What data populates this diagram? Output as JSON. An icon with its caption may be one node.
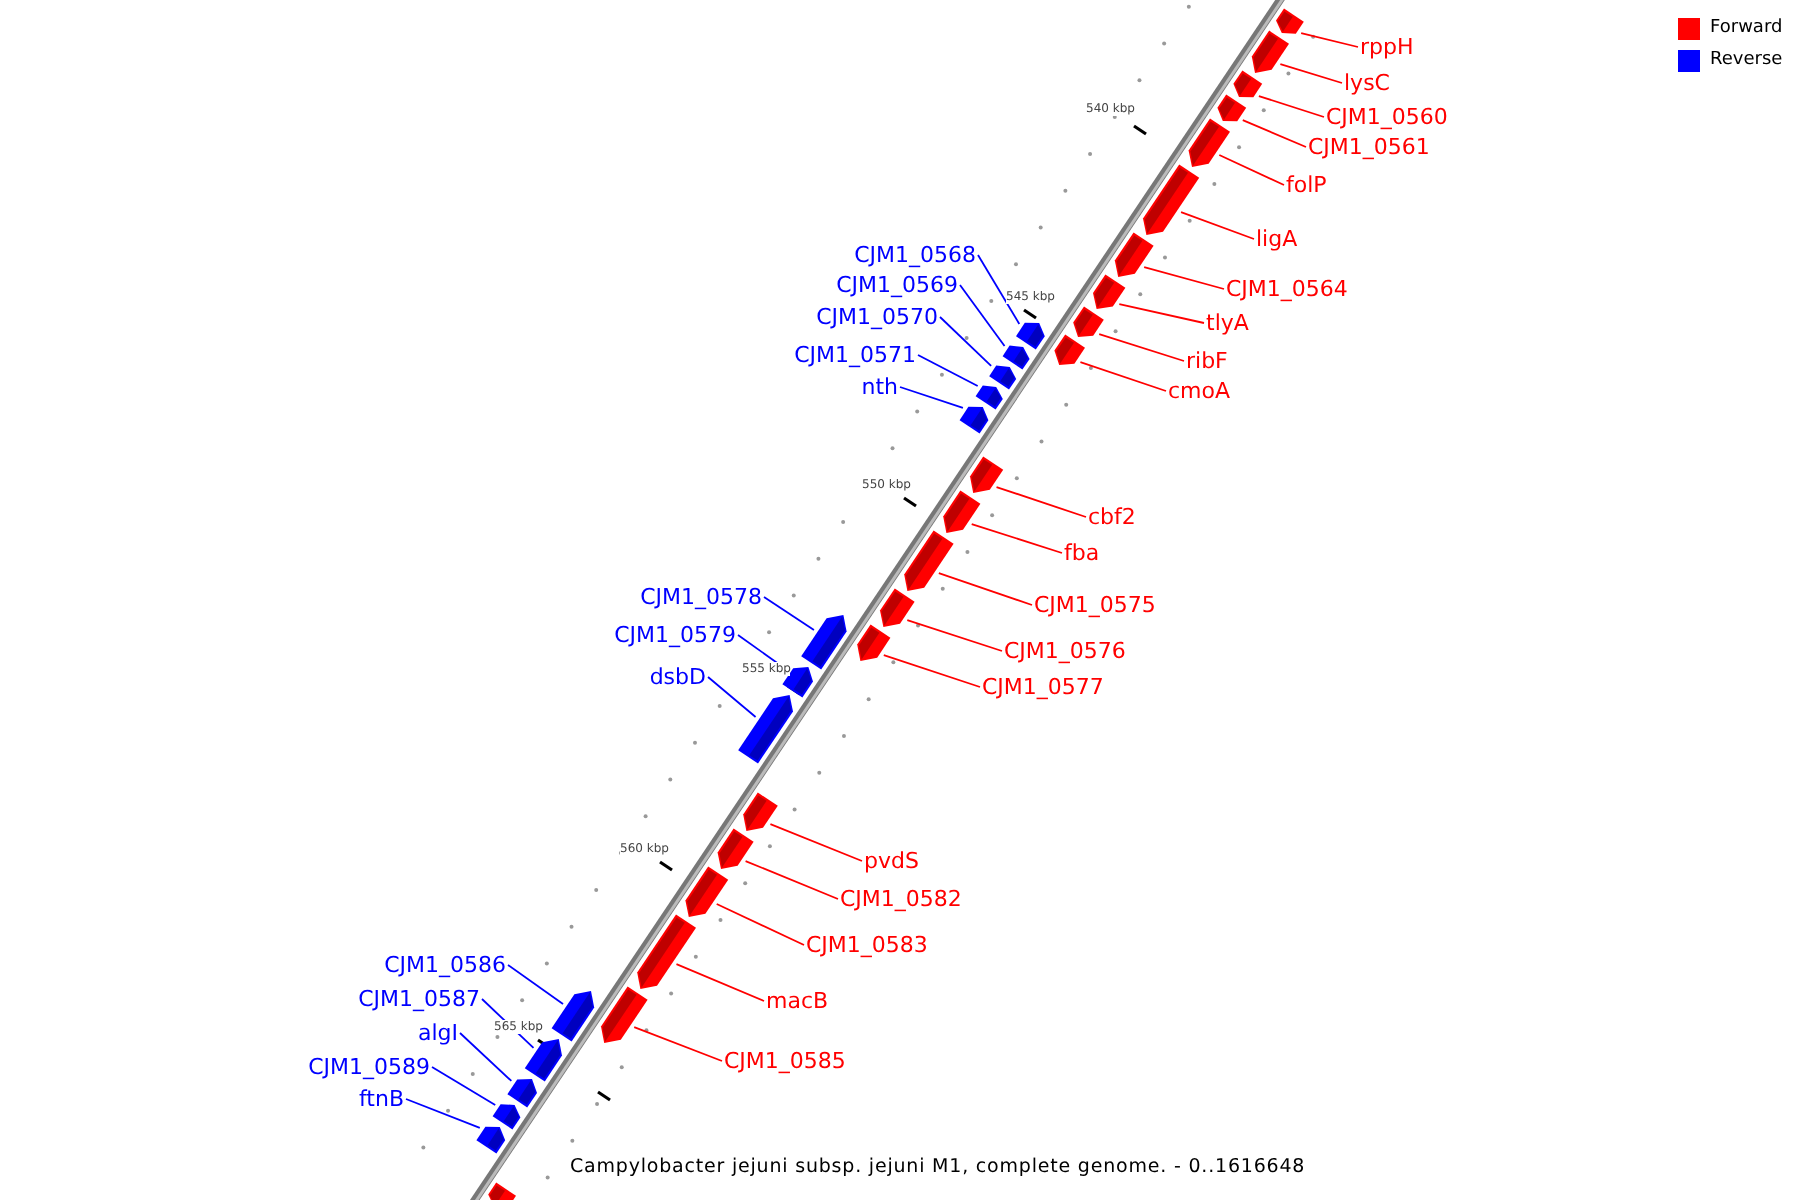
{
  "diagram": {
    "caption": "Campylobacter jejuni subsp. jejuni M1, complete genome. - 0..1616648",
    "nodes": [
      {
        "text": [
          "rppH"
        ]
      },
      {
        "text": [],
        "shape": "box"
      },
      {
        "text": [
          "lysC"
        ]
      },
      {
        "text": [],
        "shape": "box"
      },
      {
        "text": [
          "CJM1_0560"
        ]
      },
      {
        "text": [],
        "shape": "box"
      },
      {
        "text": [
          "CJM1_0561"
        ]
      },
      {
        "text": [],
        "shape": "box"
      },
      {
        "text": [
          "folP"
        ]
      },
      {
        "text": [],
        "shape": "box"
      },
      {
        "text": [
          "ligA"
        ]
      },
      {
        "text": [],
        "shape": "box"
      },
      {
        "text": [
          "CJM1_0564"
        ]
      },
      {
        "text": [],
        "shape": "box"
      },
      {
        "text": [
          "tlyA"
        ]
      },
      {
        "text": [],
        "shape": "box"
      },
      {
        "text": [
          "ribF"
        ]
      },
      {
        "text": [],
        "shape": "box"
      },
      {
        "text": [
          "CJM1_0568"
        ]
      },
      {
        "text": [],
        "shape": "box"
      },
      {
        "text": [
          "cmoA"
        ]
      },
      {
        "text": [],
        "shape": "box"
      },
      {
        "text": [
          "CJM1_0569"
        ]
      },
      {
        "text": [],
        "shape": "box"
      },
      {
        "text": [
          "CJM1_0570"
        ]
      },
      {
        "text": [],
        "shape": "box"
      },
      {
        "text": [
          "CJM1_0571"
        ]
      },
      {
        "text": [],
        "shape": "box"
      },
      {
        "text": [
          "nth"
        ]
      },
      {
        "text": [],
        "shape": "box"
      },
      {
        "text": [
          "cbf2"
        ]
      },
      {
        "text": [],
        "shape": "box"
      },
      {
        "text": [
          "fba"
        ]
      },
      {
        "text": [],
        "shape": "box"
      },
      {
        "text": [
          "CJM1_0575"
        ]
      },
      {
        "text": [],
        "shape": "box"
      },
      {
        "text": [
          "CJM1_0576"
        ]
      },
      {
        "text": [],
        "shape": "box"
      },
      {
        "text": [
          "CJM1_0577"
        ]
      },
      {
        "text": [],
        "shape": "box"
      },
      {
        "text": [
          "CJM1_0578"
        ]
      },
      {
        "text": [],
        "shape": "box"
      },
      {
        "text": [
          "CJM1_0579"
        ]
      },
      {
        "text": [],
        "shape": "box"
      },
      {
        "text": [
          "dsbD"
        ]
      },
      {
        "text": [],
        "shape": "box"
      },
      {
        "text": [
          "pvdS"
        ]
      },
      {
        "text": [],
        "shape": "box"
      },
      {
        "text": [
          "CJM1_0582"
        ]
      },
      {
        "text": [],
        "shape": "box"
      },
      {
        "text": [
          "CJM1_0583"
        ]
      },
      {
        "text": [],
        "shape": "box"
      },
      {
        "text": [
          "macB"
        ]
      },
      {
        "text": [],
        "shape": "box"
      },
      {
        "text": [
          "CJM1_0585"
        ]
      },
      {
        "text": [],
        "shape": "box"
      },
      {
        "text": [
          "CJM1_0586"
        ]
      },
      {
        "text": [],
        "shape": "box"
      },
      {
        "text": [
          "CJM1_0587"
        ]
      },
      {
        "text": [],
        "shape": "box"
      },
      {
        "text": [
          "algI"
        ]
      },
      {
        "text": [],
        "shape": "box"
      },
      {
        "text": [
          "CJM1_0589"
        ]
      },
      {
        "text": [],
        "shape": "box"
      },
      {
        "text": [
          "ftnB"
        ]
      },
      {
        "text": [],
        "shape": "box"
      },
      {
        "text": [],
        "shape": "box"
      }
    ],
    "edges": [
      {
        "from": 0,
        "to": 1,
        "arrow": "none"
      },
      {
        "from": 2,
        "to": 3,
        "arrow": "none"
      },
      {
        "from": 4,
        "to": 5,
        "arrow": "none"
      },
      {
        "from": 6,
        "to": 7,
        "arrow": "none"
      },
      {
        "from": 8,
        "to": 9,
        "arrow": "none"
      },
      {
        "from": 10,
        "to": 11,
        "arrow": "none"
      },
      {
        "from": 12,
        "to": 13,
        "arrow": "none"
      },
      {
        "from": 14,
        "to": 15,
        "arrow": "none"
      },
      {
        "from": 16,
        "to": 17,
        "arrow": "none"
      },
      {
        "from": 18,
        "to": 19,
        "arrow": "none",
        "color": "#0000ff"
      },
      {
        "from": 20,
        "to": 21,
        "arrow": "none"
      },
      {
        "from": 22,
        "to": 23,
        "arrow": "none",
        "color": "#0000ff"
      },
      {
        "from": 24,
        "to": 25,
        "arrow": "none",
        "color": "#0000ff"
      },
      {
        "from": 26,
        "to": 27,
        "arrow": "none",
        "color": "#0000ff"
      },
      {
        "from": 28,
        "to": 29,
        "arrow": "none",
        "color": "#0000ff"
      },
      {
        "from": 30,
        "to": 31,
        "arrow": "none"
      },
      {
        "from": 32,
        "to": 33,
        "arrow": "none"
      },
      {
        "from": 34,
        "to": 35,
        "arrow": "none"
      },
      {
        "from": 36,
        "to": 37,
        "arrow": "none"
      },
      {
        "from": 38,
        "to": 39,
        "arrow": "none"
      },
      {
        "from": 40,
        "to": 41,
        "arrow": "none",
        "color": "#0000ff"
      },
      {
        "from": 42,
        "to": 43,
        "arrow": "none",
        "color": "#0000ff"
      },
      {
        "from": 44,
        "to": 45,
        "arrow": "none",
        "color": "#0000ff"
      },
      {
        "from": 46,
        "to": 47,
        "arrow": "none"
      },
      {
        "from": 48,
        "to": 49,
        "arrow": "none"
      },
      {
        "from": 50,
        "to": 51,
        "arrow": "none"
      },
      {
        "from": 52,
        "to": 53,
        "arrow": "none"
      },
      {
        "from": 54,
        "to": 55,
        "arrow": "none"
      },
      {
        "from": 56,
        "to": 57,
        "arrow": "none",
        "color": "#0000ff"
      },
      {
        "from": 58,
        "to": 59,
        "arrow": "none",
        "color": "#0000ff"
      },
      {
        "from": 60,
        "to": 61,
        "arrow": "none",
        "color": "#0000ff"
      },
      {
        "from": 62,
        "to": 63,
        "arrow": "none",
        "color": "#0000ff"
      },
      {
        "from": 64,
        "to": 65,
        "arrow": "none",
        "color": "#0000ff"
      }
    ],
    "labels": [
      "540 kbp",
      "545 kbp",
      "550 kbp",
      "555 kbp",
      "560 kbp",
      "565 kbp"
    ],
    "legend": [
      {
        "text": "Forward",
        "color": "#ff0000"
      },
      {
        "text": "Reverse",
        "color": "#0000ff"
      }
    ]
  }
}
